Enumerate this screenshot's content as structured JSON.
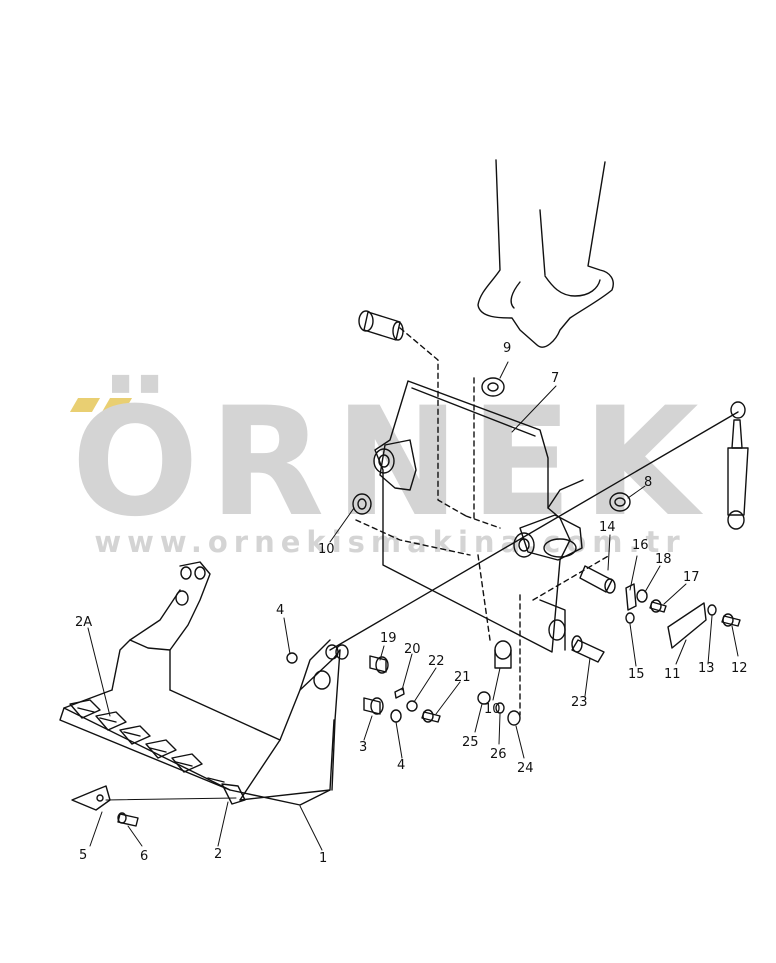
{
  "watermark": {
    "brand": "ÖRNEK",
    "url": "www.ornekismakina.com.tr",
    "accent_color": "#e9cf72",
    "text_color": "#d4d4d4"
  },
  "callouts": {
    "c1": "1",
    "c2": "2",
    "c2a": "2A",
    "c3": "3",
    "c4a": "4",
    "c4b": "4",
    "c5": "5",
    "c6": "6",
    "c7": "7",
    "c8": "8",
    "c9": "9",
    "c10a": "10",
    "c10b": "10",
    "c11": "11",
    "c12": "12",
    "c13": "13",
    "c14": "14",
    "c15": "15",
    "c16": "16",
    "c17": "17",
    "c18": "18",
    "c19": "19",
    "c20": "20",
    "c21": "21",
    "c22": "22",
    "c23": "23",
    "c24": "24",
    "c25": "25",
    "c26": "26"
  }
}
